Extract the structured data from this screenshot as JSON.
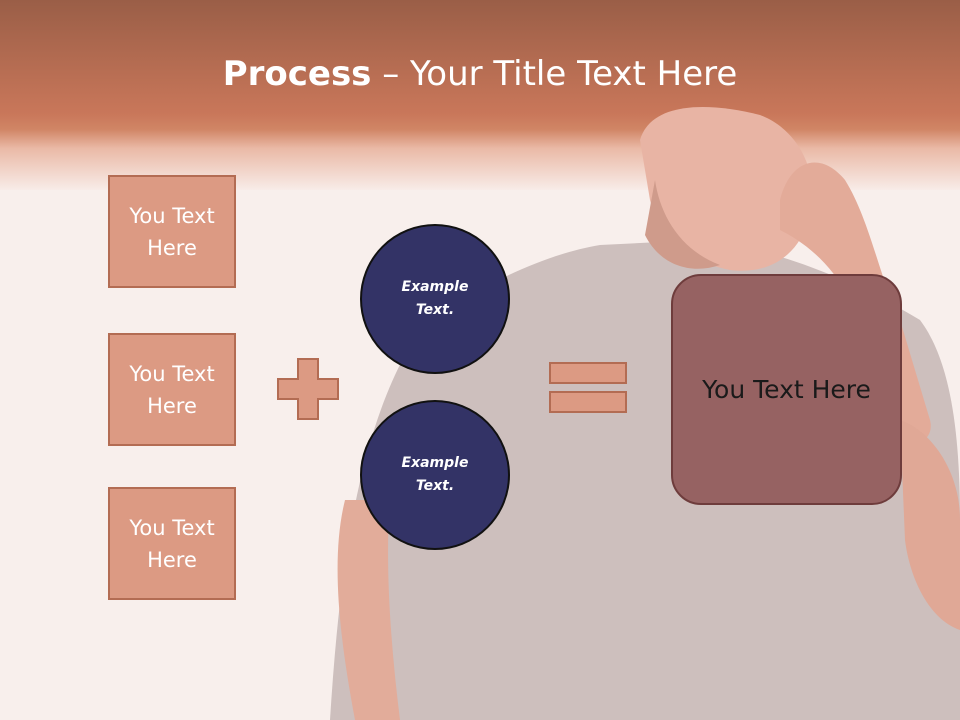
{
  "slide": {
    "title_bold": "Process",
    "title_rest": " – Your Title Text Here"
  },
  "left_boxes": [
    {
      "label": "You Text Here"
    },
    {
      "label": "You Text Here"
    },
    {
      "label": "You Text Here"
    }
  ],
  "circles": [
    {
      "label": "Example Text."
    },
    {
      "label": "Example Text."
    }
  ],
  "result_box": {
    "label": "You Text Here"
  },
  "icons": {
    "plus": "plus-icon",
    "equals": "equals-icon"
  },
  "colors": {
    "banner": "#c9775a",
    "box_fill": "#dc9a83",
    "box_border": "#b36c53",
    "circle_fill": "#333366",
    "result_fill": "#966262"
  }
}
